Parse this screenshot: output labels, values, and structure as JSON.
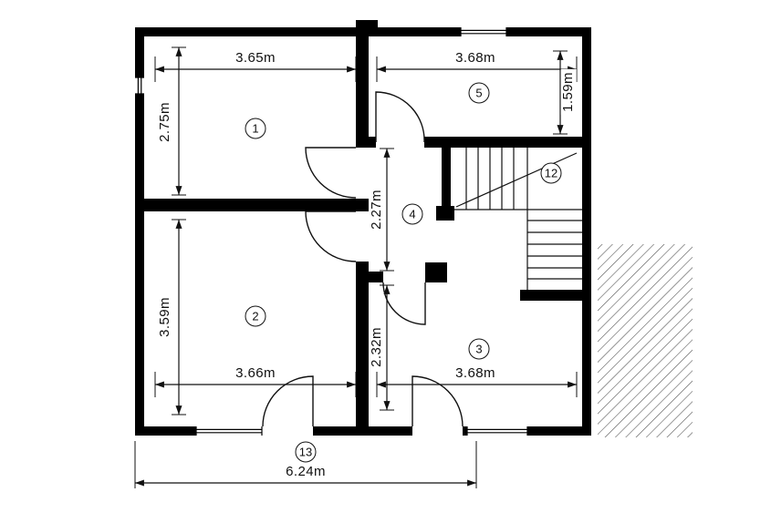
{
  "rooms": {
    "room1": "1",
    "room2": "2",
    "room3": "3",
    "room4": "4",
    "room5": "5",
    "stairs": "12",
    "exterior": "13"
  },
  "dimensions": {
    "room1_width": "3.65m",
    "room5_width": "3.68m",
    "room1_height": "2.75m",
    "room5_height": "1.59m",
    "hall_height": "2.27m",
    "room2_height": "3.59m",
    "room3_height": "2.32m",
    "room2_width": "3.66m",
    "room3_width": "3.68m",
    "overall_width": "6.24m"
  },
  "colors": {
    "wall": "#000000",
    "line": "#111111",
    "background": "#ffffff"
  }
}
